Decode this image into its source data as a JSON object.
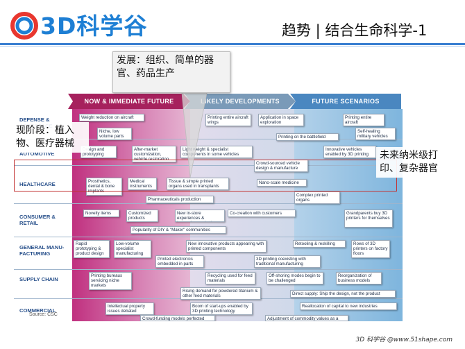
{
  "logo": {
    "text": "3D科学谷"
  },
  "slide": {
    "title": "趋势 | 结合生命科学-1"
  },
  "infographic": {
    "headers": [
      "NOW & IMMEDIATE FUTURE",
      "LIKELY DEVELOPMENTS",
      "FUTURE SCENARIOS"
    ],
    "rows": [
      "DEFENSE & AEROSPACE",
      "AUTOMOTIVE",
      "HEALTHCARE",
      "CONSUMER & RETAIL",
      "GENERAL MANU-FACTURING",
      "SUPPLY CHAIN",
      "COMMERCIAL"
    ],
    "boxes": {
      "b1": "Weight reduction on aircraft",
      "b2": "Printing entire aircraft wings",
      "b3": "Application in space exploration",
      "b4": "Printing entire aircraft",
      "b5": "Niche, low volume parts",
      "b6": "Printing on the battlefield",
      "b7": "Self-healing military vehicles",
      "b8": "Design and prototyping",
      "b9": "After-market customization, vehicle restoration",
      "b10": "Light weight & specialist components in some vehicles",
      "b11": "Innovative vehicles enabled by 3D printing",
      "b12": "Crowd-sourced vehicle design & manufacture",
      "b13": "Prosthetics, dental & bone implants",
      "b14": "Medical instruments",
      "b15": "Tissue & simple printed organs used in transplants",
      "b16": "Nano-scale medicine",
      "b17": "Complex printed organs",
      "b18": "Pharmaceuticals production",
      "b19": "Novelty items",
      "b20": "Customized products",
      "b21": "New in-store experiences & innovative marketing",
      "b22": "Co-creation with customers",
      "b23": "Grandparents buy 3D printers for themselves",
      "b24": "Popularity of DIY & \"Maker\" communities",
      "b25": "Rapid prototyping & product design",
      "b26": "Low-volume specialist manufacturing",
      "b27": "New innovative products appearing with printed components",
      "b28": "Retooling & reskilling",
      "b29": "Rows of 3D printers on factory floors",
      "b30": "Printed electronics embedded in parts",
      "b31": "3D printing coexisting with traditional manufacturing",
      "b32": "Printing bureaus servicing niche markets",
      "b33": "Recycling used for feed materials",
      "b34": "Off-shoring modes begin to be challenged",
      "b35": "Reorganization of business models",
      "b36": "Rising demand for powdered titanium & other feed materials",
      "b37": "Direct supply: Ship the design, not the product",
      "b38": "Intellectual property issues debated",
      "b39": "Boom of start-ups enabled by 3D printing technology",
      "b40": "Reallocation of capital to new industries",
      "b41": "Crowd-funding models perfected",
      "b42": "Adjustment of commodity values as a result of changing demand patterns"
    },
    "source": "Source: CSC"
  },
  "notes": {
    "n1": "发展：组织、简单的器官、药品生产",
    "n2": "现阶段：植入物、医疗器械",
    "n3": "未来纳米级打印、复杂器官"
  },
  "footer": {
    "text": "3D 科学谷 @www.51shape.com"
  },
  "colors": {
    "accent": "#3a7fd1",
    "now": "#a6215d",
    "likely": "#7a9ab8",
    "future": "#4a87c0",
    "highlight": "#c33434"
  }
}
